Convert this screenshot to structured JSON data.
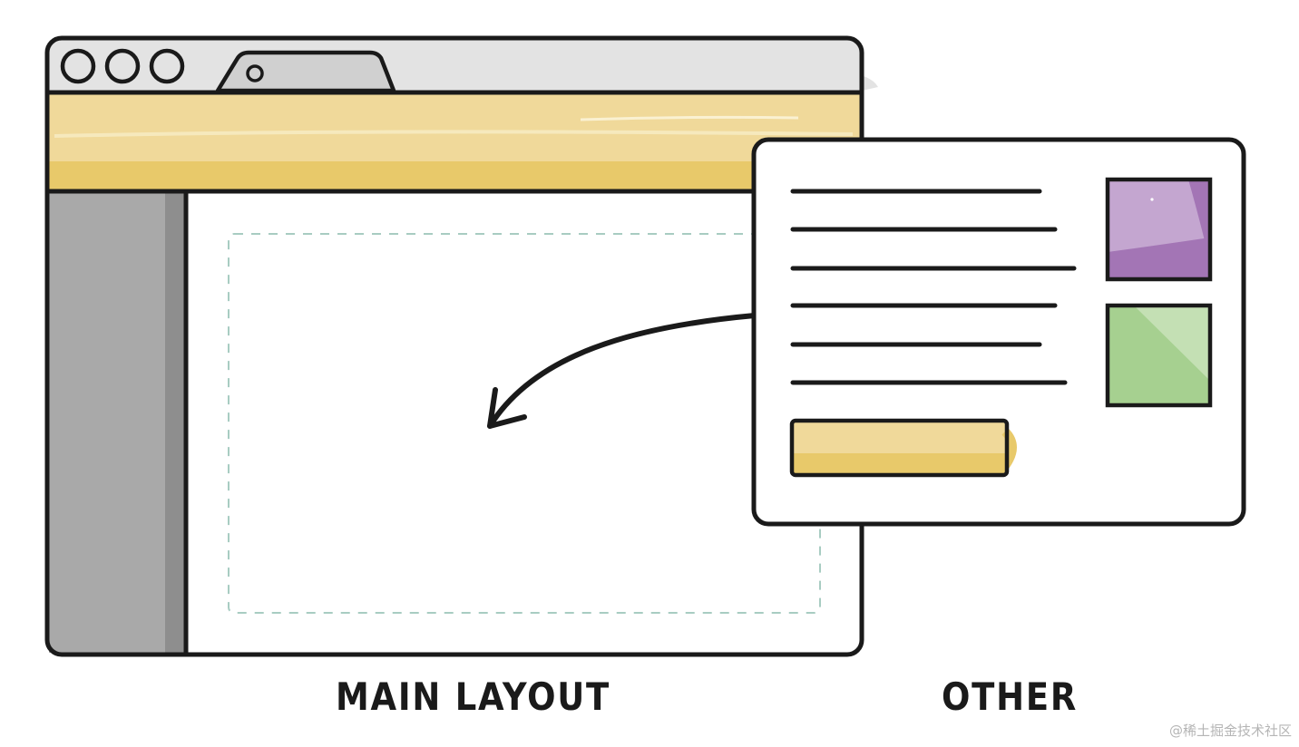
{
  "labels": {
    "main_layout": "MAIN LAYOUT",
    "other": "OTHER"
  },
  "watermark": "@稀土掘金技术社区",
  "colors": {
    "outline": "#1a1a1a",
    "titlebar": "#e3e3e3",
    "tab": "#d0d0d0",
    "header_band": "#f0d99a",
    "header_band_shade": "#e8c96a",
    "sidebar": "#a9a9a9",
    "sidebar_shade": "#8e8e8e",
    "placeholder_dash": "#a8ccc2",
    "purple_square": "#c4a6d0",
    "purple_square_shade": "#a375b5",
    "green_square": "#c4e0b4",
    "green_square_shade": "#a6d090",
    "button_fill": "#f0d99a",
    "button_shade": "#e8c96a"
  },
  "icons": {
    "window_controls": [
      "circle-icon",
      "circle-icon",
      "circle-icon"
    ],
    "arrow": "curved-arrow-icon"
  }
}
